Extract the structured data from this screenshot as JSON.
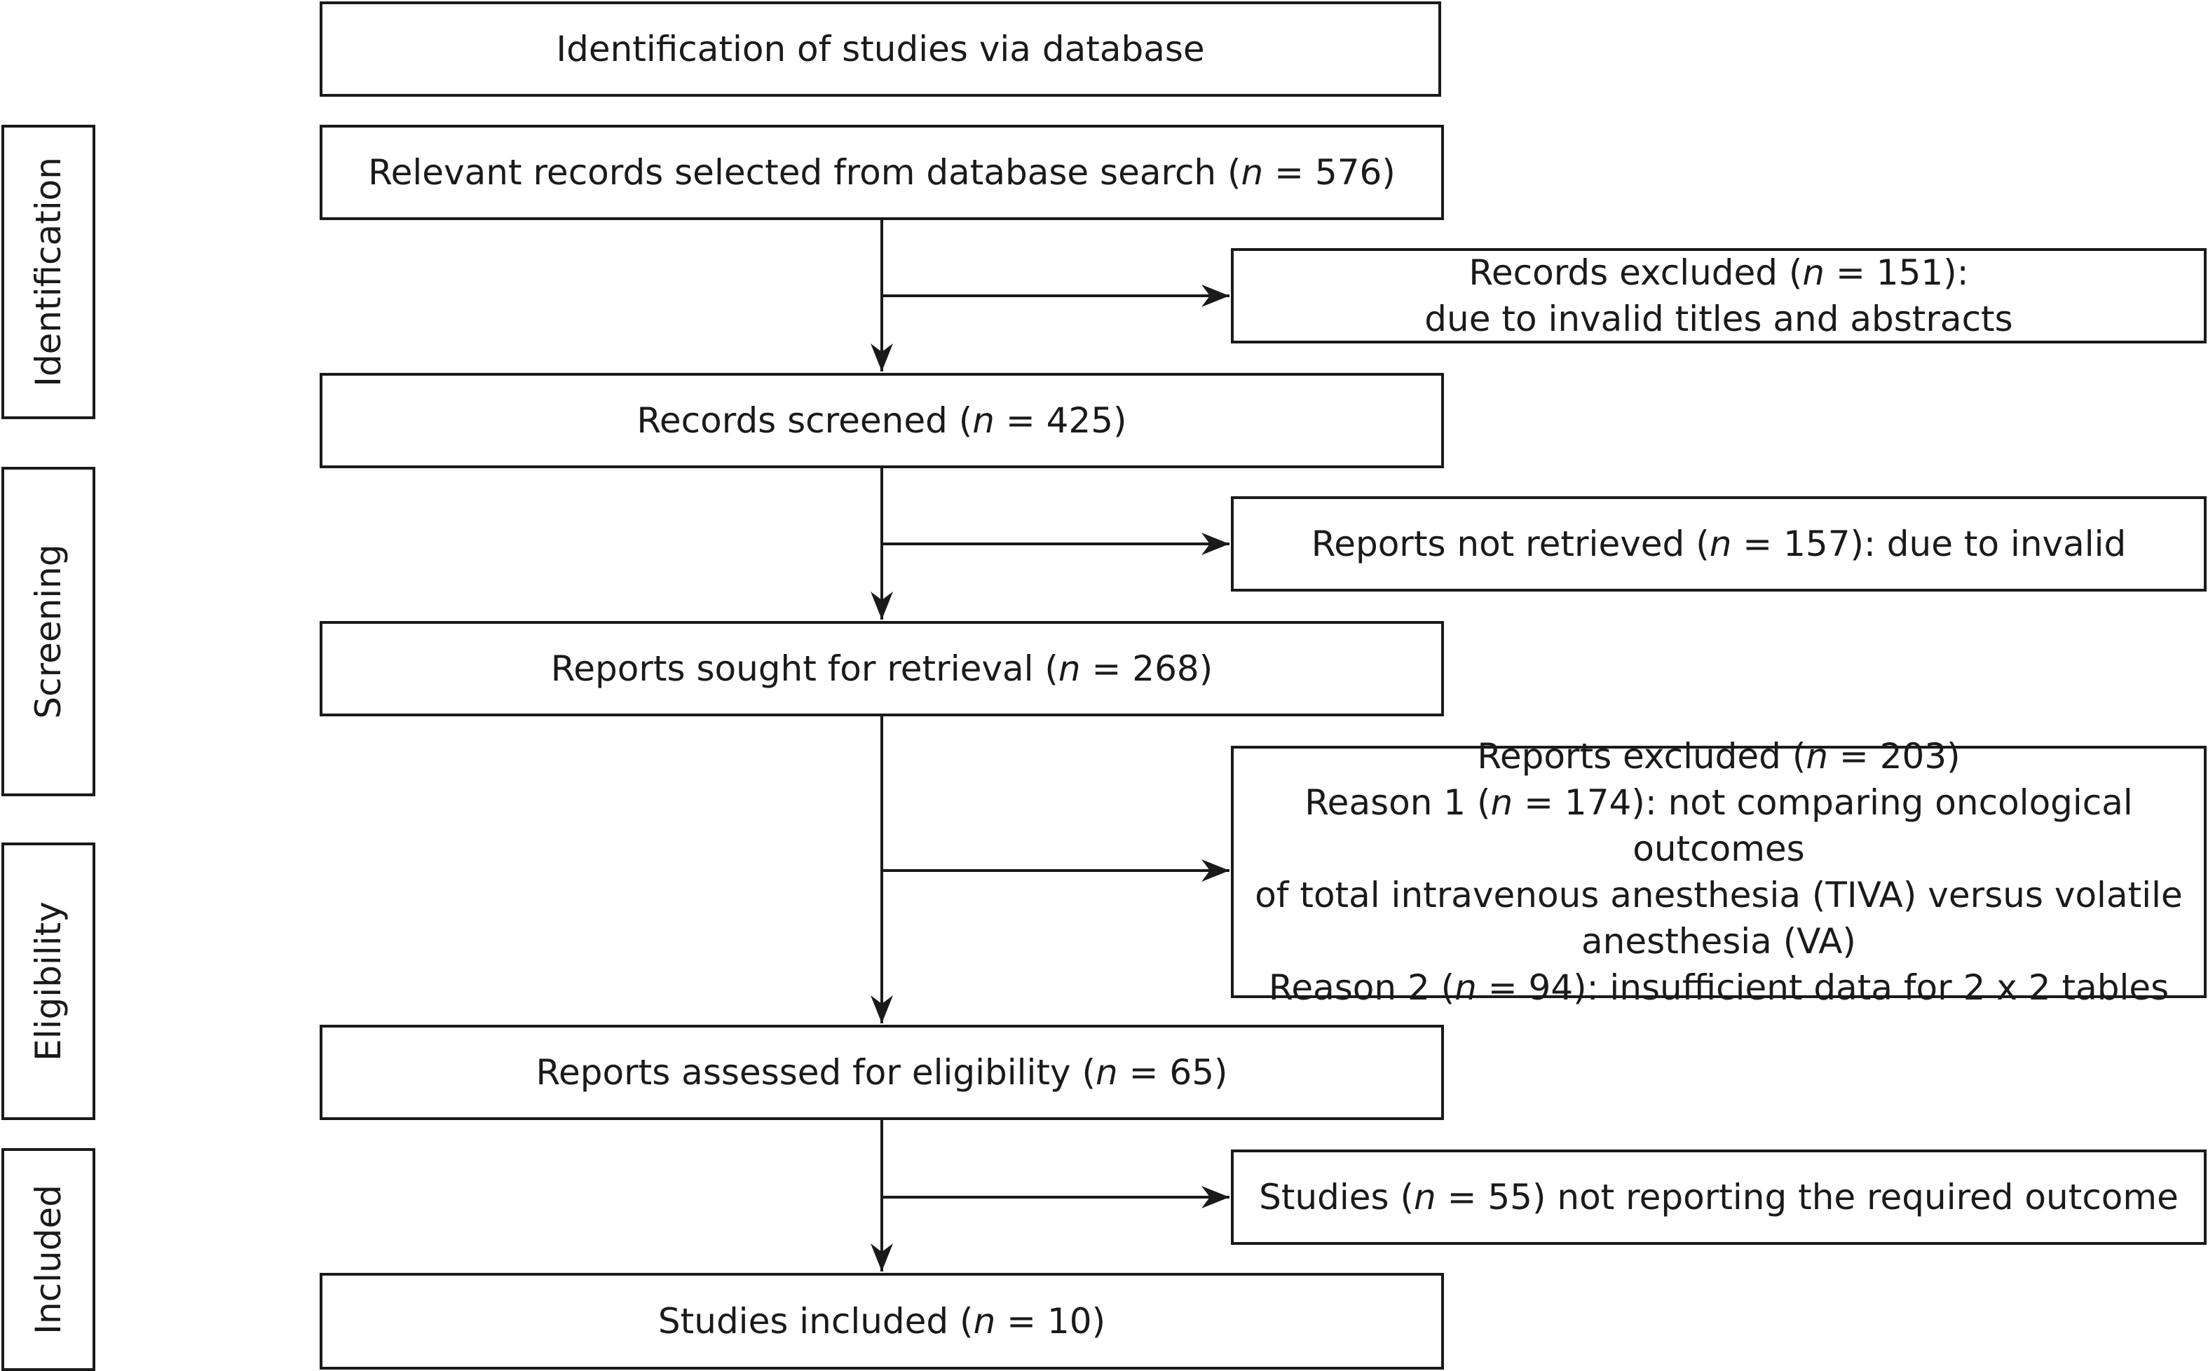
{
  "phases": {
    "identification": "Identification",
    "screening": "Screening",
    "eligibility": "Eligibility",
    "included": "Included"
  },
  "boxes": {
    "header": "Identification of studies via database",
    "relevant": {
      "pre": "Relevant records selected from database search (",
      "n": "n",
      "post": " = 576)"
    },
    "excluded1": {
      "line1": {
        "pre": "Records excluded (",
        "n": "n",
        "post": " = 151):"
      },
      "line2": "due to invalid titles and abstracts"
    },
    "screened": {
      "pre": "Records screened (",
      "n": "n",
      "post": " = 425)"
    },
    "not_retrieved": {
      "pre": "Reports not retrieved (",
      "n": "n",
      "post": " = 157): due to invalid"
    },
    "sought": {
      "pre": "Reports sought for retrieval (",
      "n": "n",
      "post": " = 268)"
    },
    "excluded2": {
      "line1": {
        "pre": "Reports excluded (",
        "n": "n",
        "post": " = 203)"
      },
      "line2": {
        "pre": "Reason 1 (",
        "n": "n",
        "post": " = 174): not comparing oncological outcomes"
      },
      "line3": "of total intravenous anesthesia (TIVA) versus volatile",
      "line4": "anesthesia (VA)",
      "line5": {
        "pre": "Reason 2 (",
        "n": "n",
        "post": " = 94): insufficient data for 2 x 2 tables"
      }
    },
    "assessed": {
      "pre": "Reports assessed for eligibility (",
      "n": "n",
      "post": " = 65)"
    },
    "not_reporting": {
      "pre": "Studies (",
      "n": "n",
      "post": " = 55) not reporting the required outcome"
    },
    "included": {
      "pre": "Studies included (",
      "n": "n",
      "post": " = 10)"
    }
  }
}
